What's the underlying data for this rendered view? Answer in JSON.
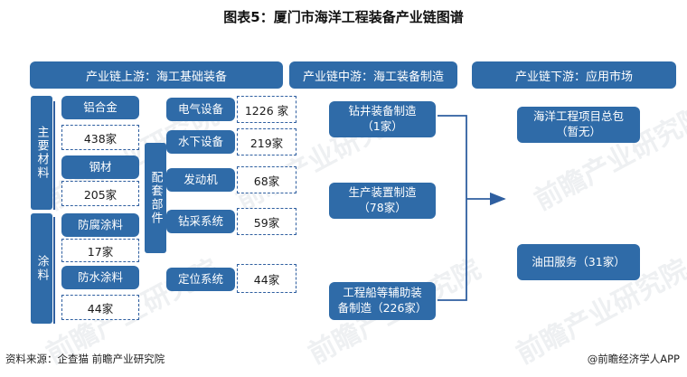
{
  "title": "图表5：厦门市海洋工程装备产业链图谱",
  "headers": {
    "upstream": "产业链上游：海工基础装备",
    "midstream": "产业链中游：海工装备制造",
    "downstream": "产业链下游：应用市场"
  },
  "main_materials": {
    "label": "主要材料",
    "items": [
      {
        "name": "铝合金",
        "count": "438家"
      },
      {
        "name": "钢材",
        "count": "205家"
      }
    ]
  },
  "coatings": {
    "label": "涂料",
    "items": [
      {
        "name": "防腐涂料",
        "count": "17家"
      },
      {
        "name": "防水涂料",
        "count": "44家"
      }
    ]
  },
  "components": {
    "label": "配套部件",
    "items": [
      {
        "name": "电气设备",
        "count": "1226 家"
      },
      {
        "name": "水下设备",
        "count": "219家"
      },
      {
        "name": "发动机",
        "count": "68家"
      },
      {
        "name": "钻采系统",
        "count": "59家"
      },
      {
        "name": "定位系统",
        "count": "44家"
      }
    ]
  },
  "midstream_items": [
    {
      "line1": "钻井装备制造",
      "line2": "（1家）"
    },
    {
      "line1": "生产装置制造",
      "line2": "（78家）"
    },
    {
      "line1": "工程船等辅助装",
      "line2": "备制造（226家）"
    }
  ],
  "downstream_items": [
    {
      "line1": "海洋工程项目总包",
      "line2": "（暂无）"
    },
    {
      "line1": "油田服务（31家）",
      "line2": ""
    }
  ],
  "watermark": "前瞻产业研究院",
  "footer": {
    "source": "资料来源：企查猫 前瞻产业研究院",
    "brand": "@前瞻经济学人APP"
  },
  "colors": {
    "box": "#2f6ba8",
    "dash_border": "#2f5fa0",
    "connector": "#2f5fa0"
  }
}
